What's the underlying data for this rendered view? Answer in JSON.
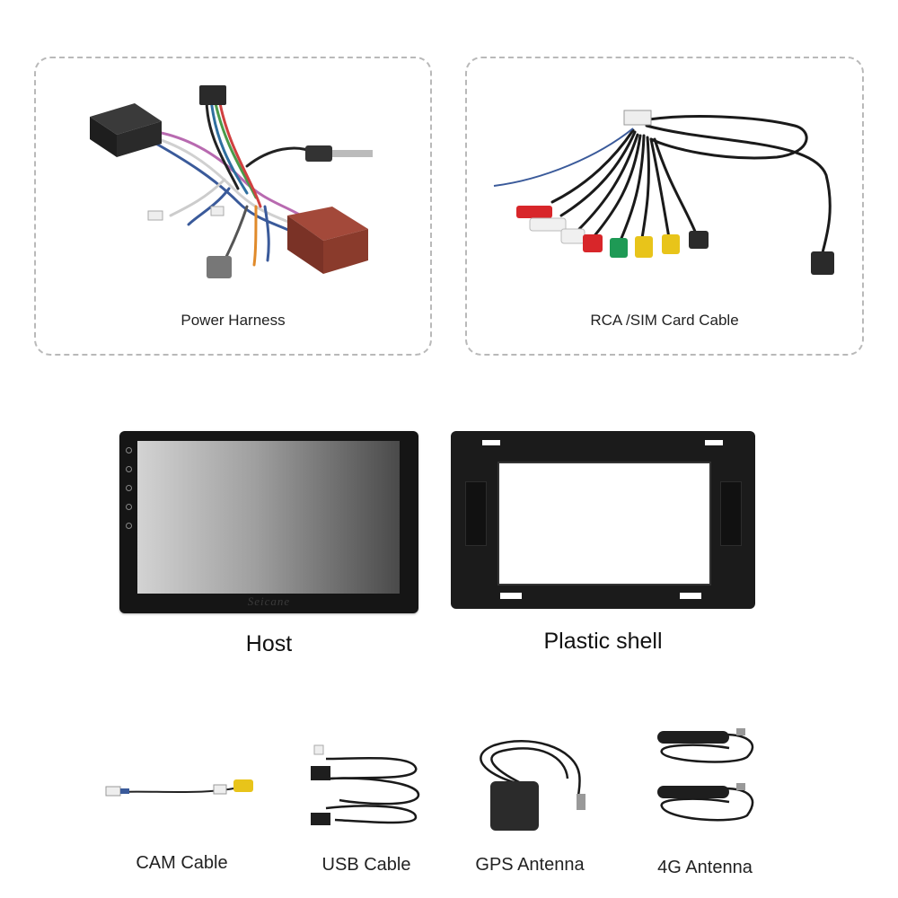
{
  "items": {
    "power_harness": {
      "label": "Power Harness"
    },
    "rca_cable": {
      "label": "RCA /SIM Card Cable"
    },
    "host": {
      "label": "Host",
      "screen_brand": "Seicane"
    },
    "plastic_shell": {
      "label": "Plastic shell"
    },
    "cam_cable": {
      "label": "CAM Cable"
    },
    "usb_cable": {
      "label": "USB Cable"
    },
    "gps_antenna": {
      "label": "GPS Antenna"
    },
    "antenna_4g": {
      "label": "4G Antenna"
    }
  },
  "colors": {
    "panel_border": "#b9b9b9",
    "connector_brown": "#8a3b2c",
    "rca_red": "#d8262a",
    "rca_white": "#f0f0f0",
    "rca_yellow": "#e8c41a",
    "rca_green": "#1e9a55"
  }
}
